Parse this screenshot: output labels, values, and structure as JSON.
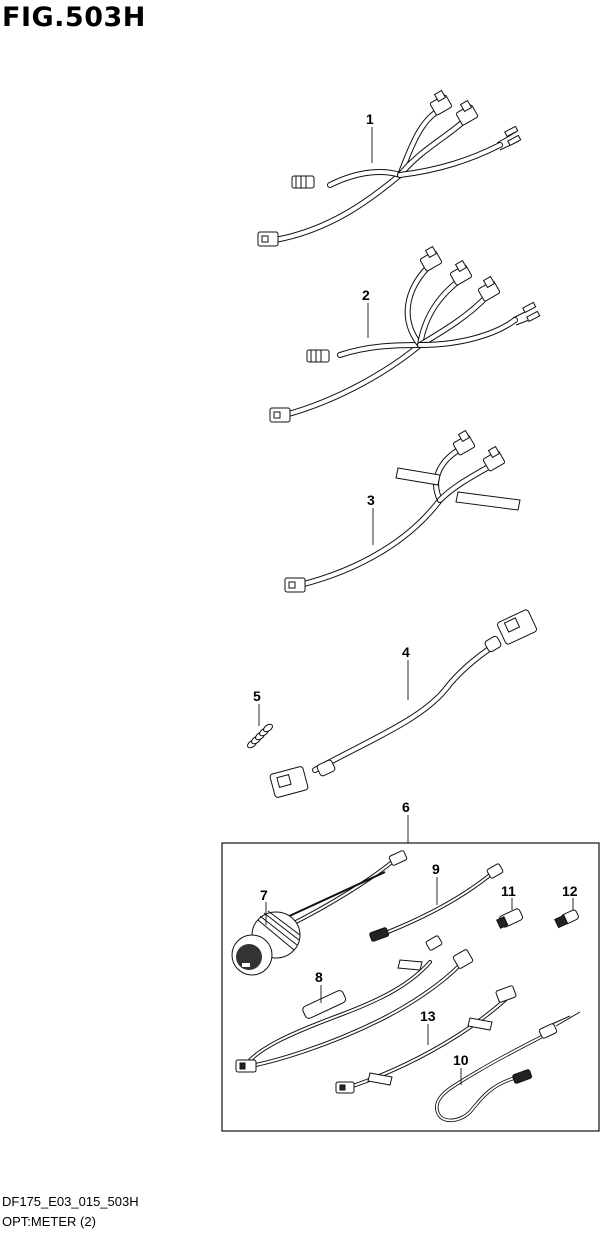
{
  "figure": {
    "title": "FIG.503H",
    "code": "DF175_E03_015_503H",
    "caption": "OPT:METER (2)"
  },
  "callouts": [
    "1",
    "2",
    "3",
    "4",
    "5",
    "6",
    "7",
    "8",
    "9",
    "10",
    "11",
    "12",
    "13"
  ],
  "icons": [
    "wire-harness-icon",
    "connector-icon",
    "spring-icon",
    "meter-gauge-icon",
    "sensor-icon"
  ]
}
